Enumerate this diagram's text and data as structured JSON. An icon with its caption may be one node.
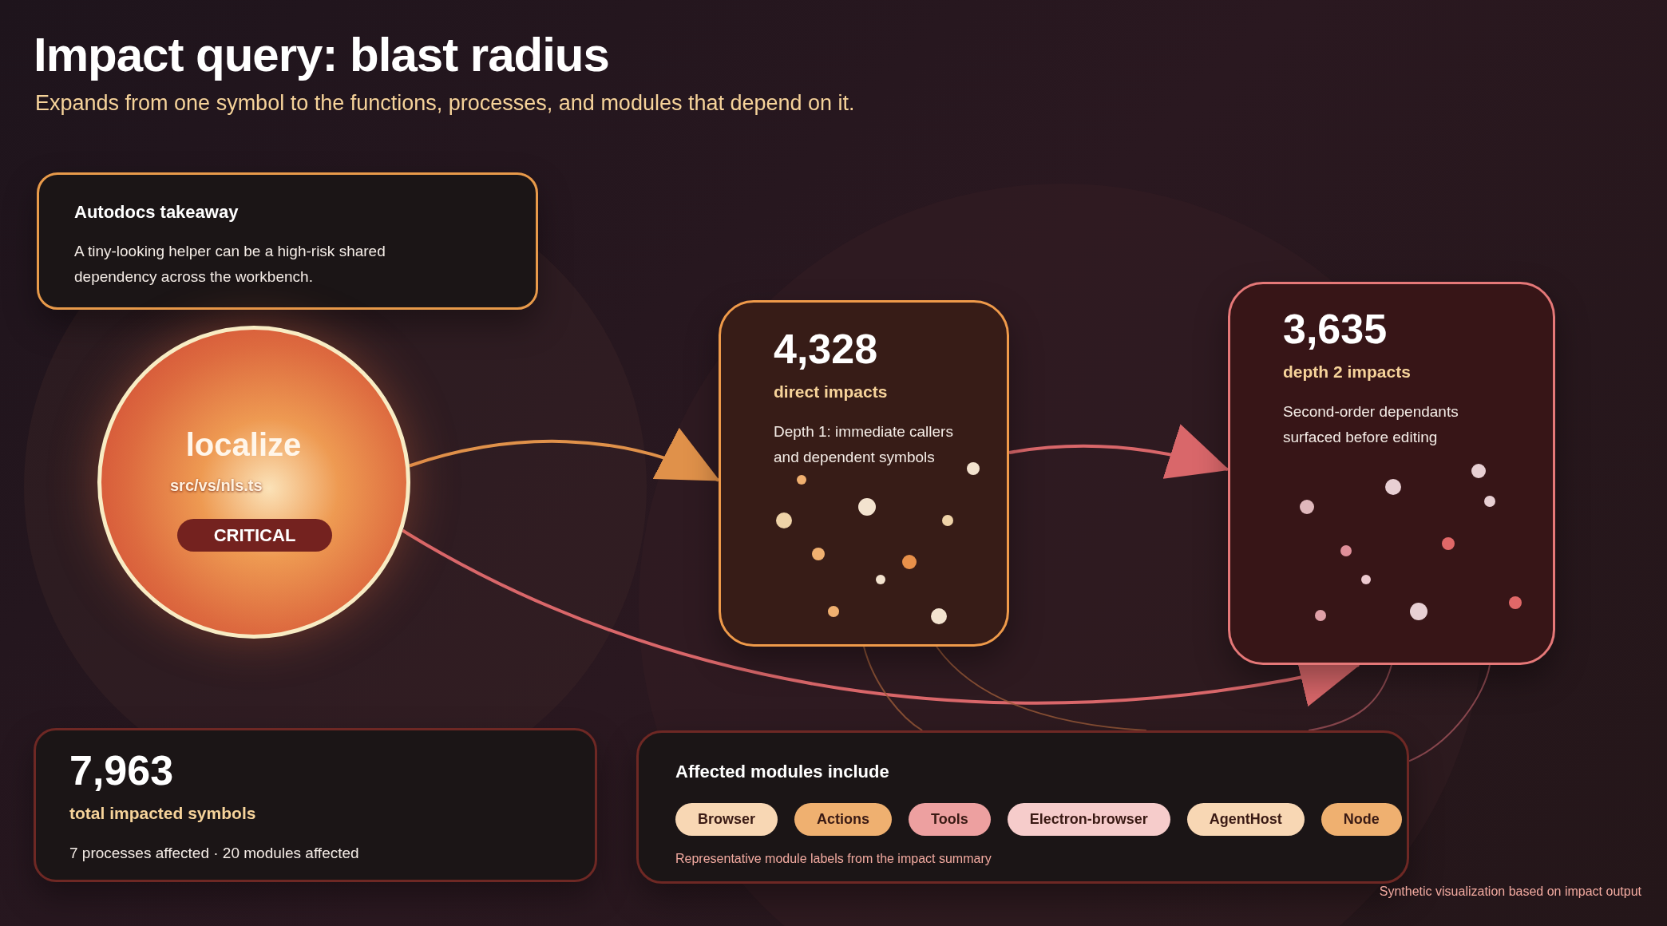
{
  "diagram": {
    "title": "Impact query: blast radius",
    "nodes": [
      {
        "text": [
          "Autodocs takeaway",
          "A tiny-looking helper can be a high-risk shared dependency across the workbench."
        ]
      },
      {
        "text": [
          "localize",
          "src/vs/nls.ts"
        ]
      },
      {
        "text": [
          "CRITICAL"
        ],
        "in": 1
      },
      {
        "text": [
          "4,328",
          "direct impacts",
          "Depth 1: immediate callers and dependent symbols"
        ]
      },
      {
        "text": [
          "3,635",
          "depth 2 impacts",
          "Second-order dependants surfaced before editing"
        ]
      },
      {
        "text": [
          "7,963",
          "total impacted symbols",
          "7 processes affected · 20 modules affected"
        ]
      },
      {
        "text": [
          "Affected modules include",
          "Representative module labels from the impact summary"
        ]
      },
      {
        "text": [
          "Browser"
        ],
        "in": 6
      },
      {
        "text": [
          "Actions"
        ],
        "in": 6
      },
      {
        "text": [
          "Tools"
        ],
        "in": 6
      },
      {
        "text": [
          "Electron-browser"
        ],
        "in": 6
      },
      {
        "text": [
          "AgentHost"
        ],
        "in": 6
      },
      {
        "text": [
          "Node"
        ],
        "in": 6
      }
    ],
    "edges": [
      {
        "from": 1,
        "to": 3,
        "arrow": "to",
        "color": "#e0914a"
      },
      {
        "from": 3,
        "to": 4,
        "arrow": "to"
      },
      {
        "from": 1,
        "to": 4,
        "arrow": "to"
      },
      {
        "from": 3,
        "to": 6,
        "arrow": "none",
        "color": "#9a5a38"
      },
      {
        "from": 3,
        "to": 6,
        "arrow": "none",
        "color": "#9a5a38"
      },
      {
        "from": 4,
        "to": 6,
        "arrow": "none",
        "color": "#a0525a"
      },
      {
        "from": 4,
        "to": 6,
        "arrow": "none",
        "color": "#a0525a"
      }
    ],
    "labels": [
      "Expands from one symbol to the functions, processes, and modules that depend on it.",
      "Synthetic visualization based on impact output"
    ]
  }
}
